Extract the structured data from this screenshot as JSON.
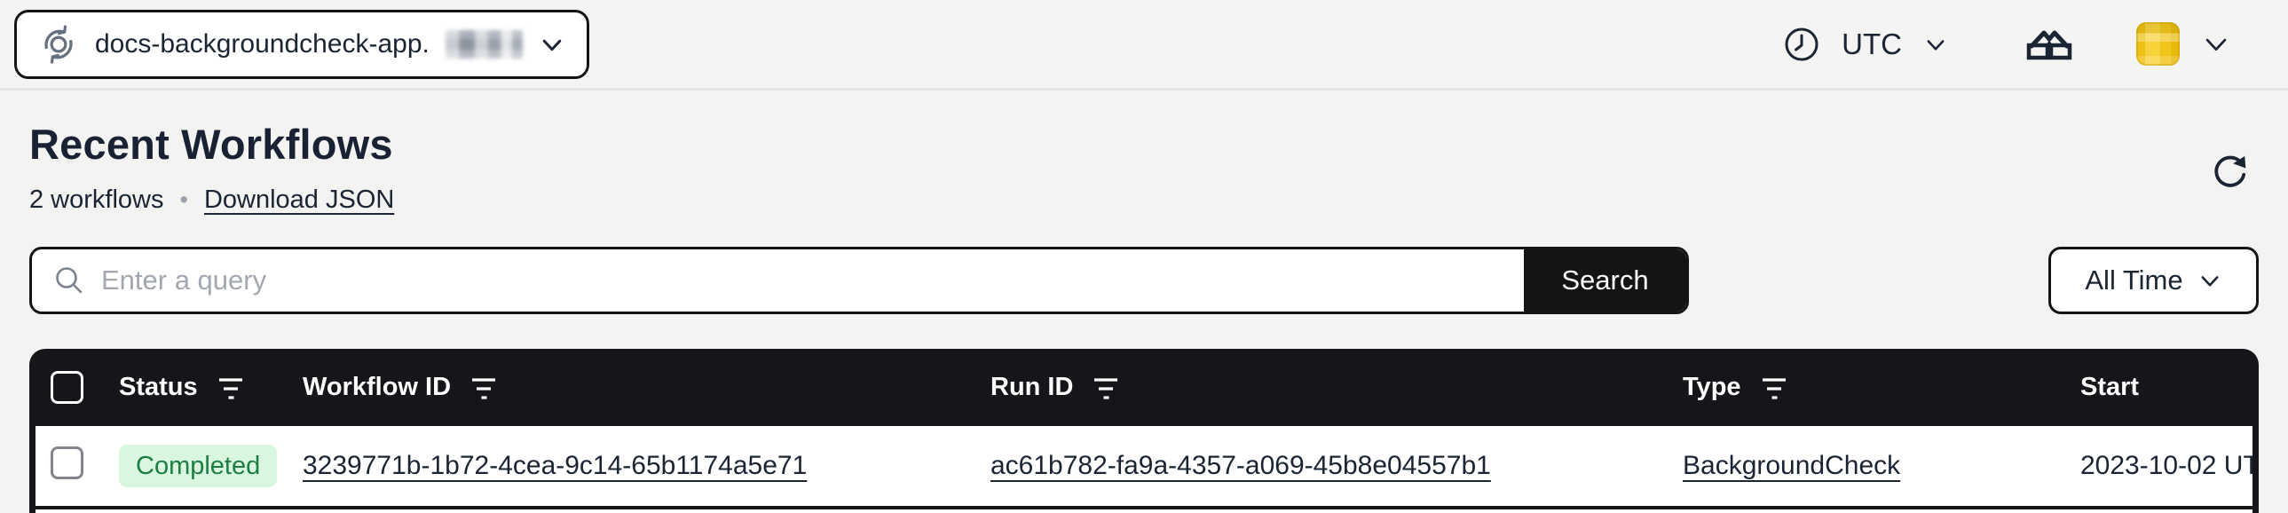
{
  "topbar": {
    "namespace_label": "docs-backgroundcheck-app.",
    "namespace_suffix_redacted": true,
    "timezone_label": "UTC"
  },
  "header": {
    "title": "Recent Workflows",
    "count_label": "2 workflows",
    "separator": "•",
    "download_label": "Download JSON"
  },
  "search": {
    "placeholder": "Enter a query",
    "button_label": "Search",
    "time_filter_label": "All Time"
  },
  "table": {
    "columns": [
      {
        "label": "Status",
        "filterable": true
      },
      {
        "label": "Workflow ID",
        "filterable": true
      },
      {
        "label": "Run ID",
        "filterable": true
      },
      {
        "label": "Type",
        "filterable": true
      },
      {
        "label": "Start",
        "filterable": false
      }
    ],
    "rows": [
      {
        "status": "Completed",
        "workflow_id": "3239771b-1b72-4cea-9c14-65b1174a5e71",
        "run_id": "ac61b782-fa9a-4357-a069-45b8e04557b1",
        "type": "BackgroundCheck",
        "start": "2023-10-02 UT"
      }
    ]
  },
  "colors": {
    "page_bg": "#f3f3f2",
    "accent_black": "#141417",
    "ink": "#1b2433",
    "status_completed_bg": "#d9f6df",
    "status_completed_text": "#1c7e40",
    "avatar_yellow": "#f2c618"
  }
}
